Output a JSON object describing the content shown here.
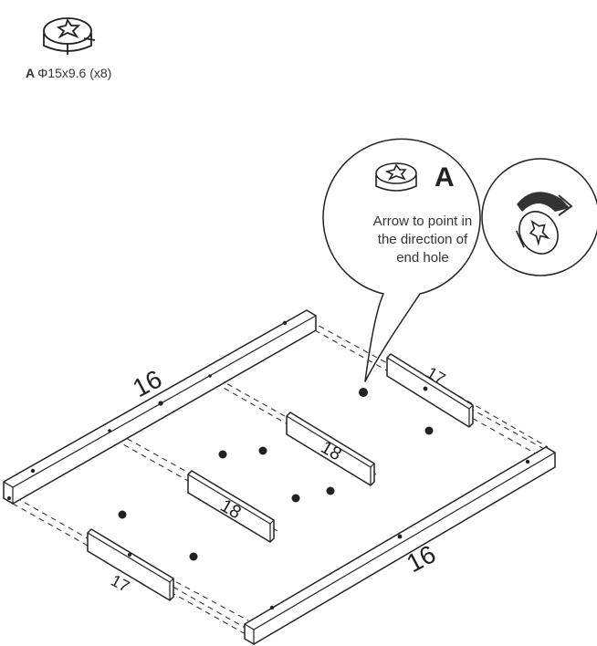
{
  "hardware": {
    "letter": "A",
    "spec": "Φ15x9.6 (x8)"
  },
  "callout": {
    "letter": "A",
    "line1": "Arrow to point in",
    "line2": "the direction of",
    "line3": "end hole"
  },
  "part_numbers": {
    "rail_top": "16",
    "rail_bottom": "16",
    "slat_back": "17",
    "slat_front": "17",
    "slat_mid_back": "18",
    "slat_mid_front": "18"
  }
}
